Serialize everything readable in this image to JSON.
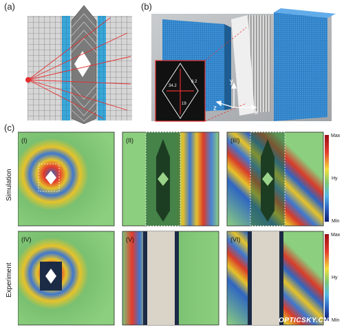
{
  "panels": {
    "a": {
      "label": "(a)"
    },
    "b": {
      "label": "(b)",
      "inset_values": [
        "34.2",
        "8.2",
        "19"
      ],
      "axes": {
        "x": "x",
        "y": "y",
        "z": "z"
      }
    },
    "c": {
      "label": "(c)"
    }
  },
  "rows": {
    "simulation": "Simulation",
    "experiment": "Experiment"
  },
  "subpanels": [
    "(I)",
    "(II)",
    "(III)",
    "(IV)",
    "(V)",
    "(VI)"
  ],
  "colorbar": {
    "max": "Max",
    "mid": "Hy",
    "min": "Min"
  },
  "watermark": "OPTICSKY.CN"
}
